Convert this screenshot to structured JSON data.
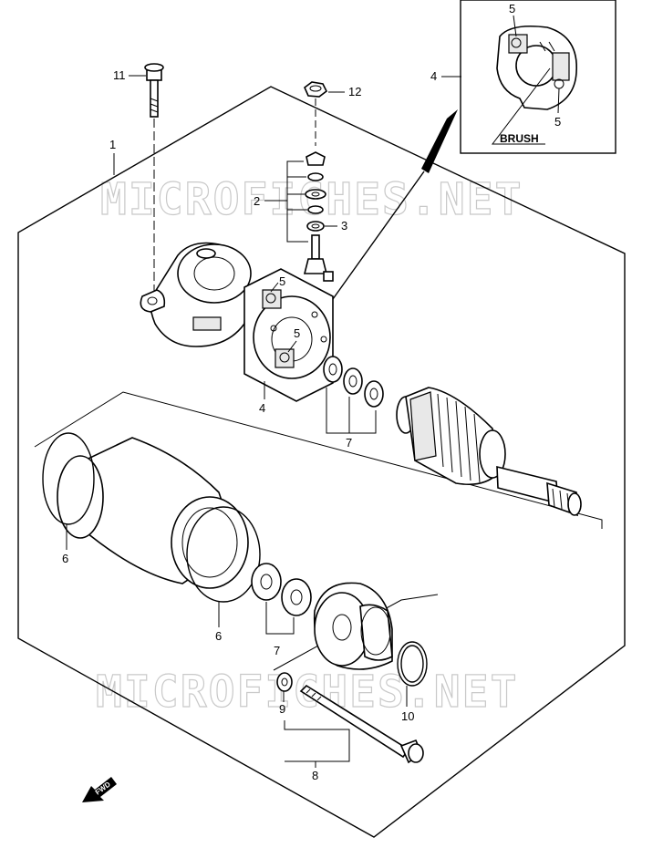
{
  "watermark": "MICROFICHES.NET",
  "inset": {
    "brush_label": "BRUSH"
  },
  "fwd_label": "FWD",
  "callouts": {
    "c1": "1",
    "c2": "2",
    "c3": "3",
    "c4_inset": "4",
    "c4_plate": "4",
    "c5_inset_top": "5",
    "c5_inset_bottom": "5",
    "c5_plate_upper": "5",
    "c5_plate_lower": "5",
    "c6_front": "6",
    "c6_rear": "6",
    "c7_upper": "7",
    "c7_lower": "7",
    "c8": "8",
    "c9": "9",
    "c10": "10",
    "c11": "11",
    "c12": "12"
  }
}
